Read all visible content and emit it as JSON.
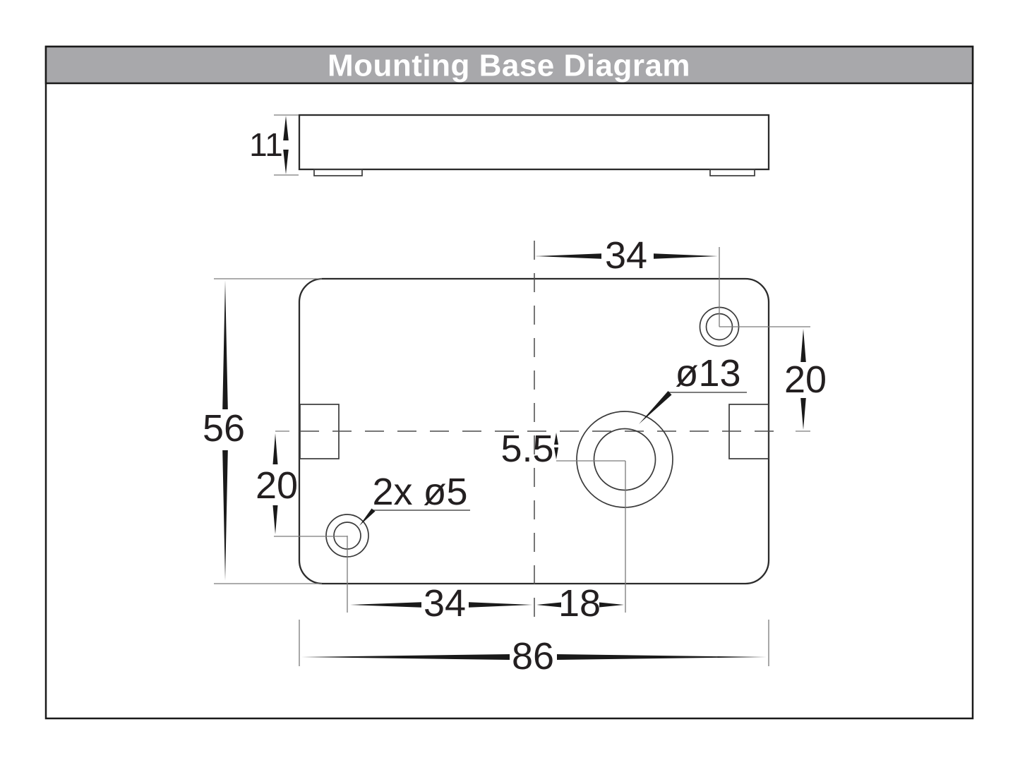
{
  "title_bar": {
    "title": "Mounting Base Diagram"
  },
  "side_view": {
    "description": "side profile of mounting base with two feet",
    "dimensions": {
      "thickness": "11"
    }
  },
  "plan_view": {
    "description": "plan view of rounded-rectangle mounting base with two small screw holes, one large cable hole and two side cutout tabs",
    "dimensions": {
      "top_hole_spacing": "34",
      "right_hole_offset": "20",
      "body_height": "56",
      "left_hole_offset": "20",
      "large_hole_offset": "5.5",
      "bottom_hole_spacing": "34",
      "large_hole_to_center": "18",
      "body_width": "86"
    },
    "labels": {
      "small_holes": "2x ø5",
      "large_hole": "ø13"
    }
  },
  "colors": {
    "titlebar_bg": "#a8a8ab",
    "title_text": "#ffffff",
    "drawing_line": "#2b2b2b",
    "extension_line": "#7a7a7a",
    "centerline": "#4a4a4a",
    "background": "#ffffff"
  }
}
